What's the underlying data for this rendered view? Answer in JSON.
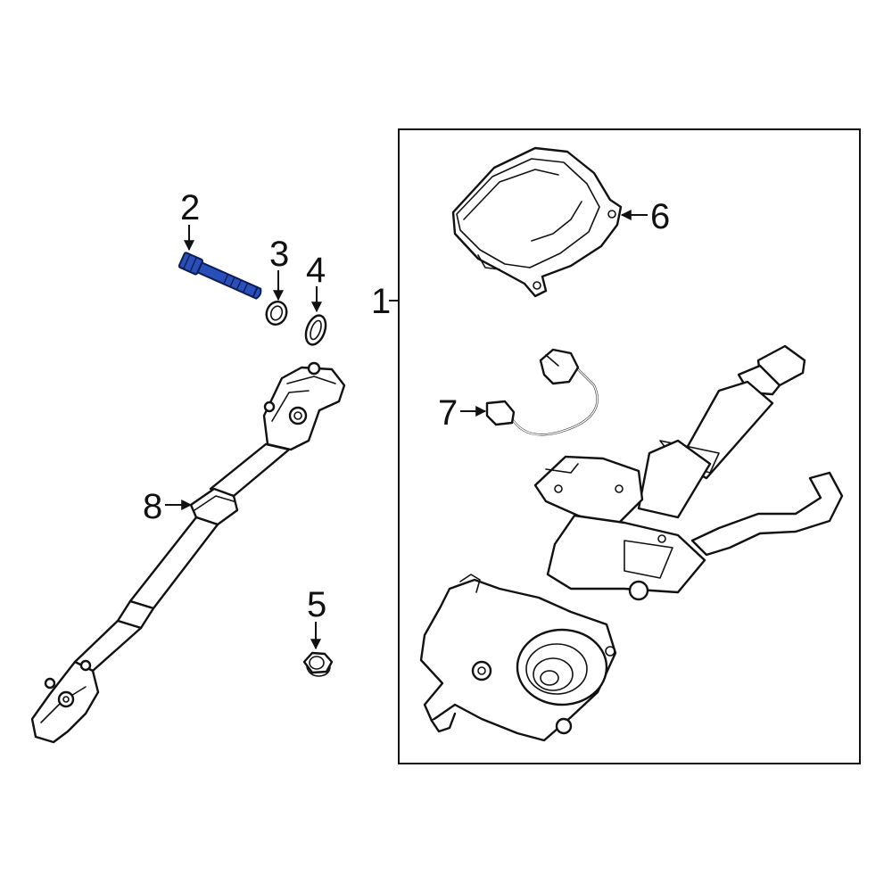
{
  "callouts": {
    "c1": "1",
    "c2": "2",
    "c3": "3",
    "c4": "4",
    "c5": "5",
    "c6": "6",
    "c7": "7",
    "c8": "8"
  },
  "colors": {
    "highlight": "#2b4fb8",
    "line": "#111111",
    "background": "#ffffff"
  }
}
